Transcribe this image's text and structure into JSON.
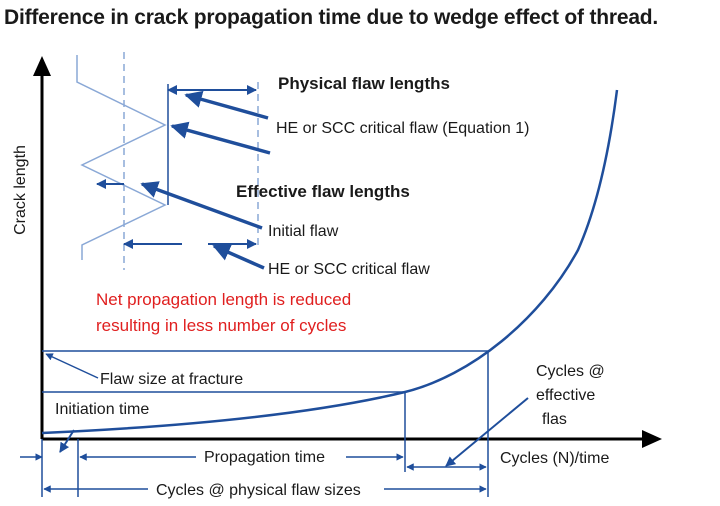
{
  "title": "Difference in crack propagation time due to wedge effect of thread.",
  "axes": {
    "y_label": "Crack length",
    "x_label": "Cycles (N)/time"
  },
  "labels": {
    "physical_flaw_lengths": "Physical flaw lengths",
    "he_scc_critical_eq1": "HE or SCC critical flaw (Equation 1)",
    "effective_flaw_lengths": "Effective flaw lengths",
    "initial_flaw": "Initial flaw",
    "he_scc_critical": "HE or SCC critical flaw",
    "net_line1": "Net propagation length is reduced",
    "net_line2": "resulting in less number of cycles",
    "flaw_size_fracture": "Flaw size at fracture",
    "initiation_time": "Initiation time",
    "propagation_time": "Propagation time",
    "cycles_effective_l1": "Cycles @",
    "cycles_effective_l2": "effective",
    "cycles_effective_l3": "flas",
    "cycles_physical": "Cycles @ physical flaw sizes"
  },
  "colors": {
    "blue_dark": "#1f4e9b",
    "blue_light": "#8aa8d6",
    "red": "#e01f1f",
    "black": "#000000"
  }
}
